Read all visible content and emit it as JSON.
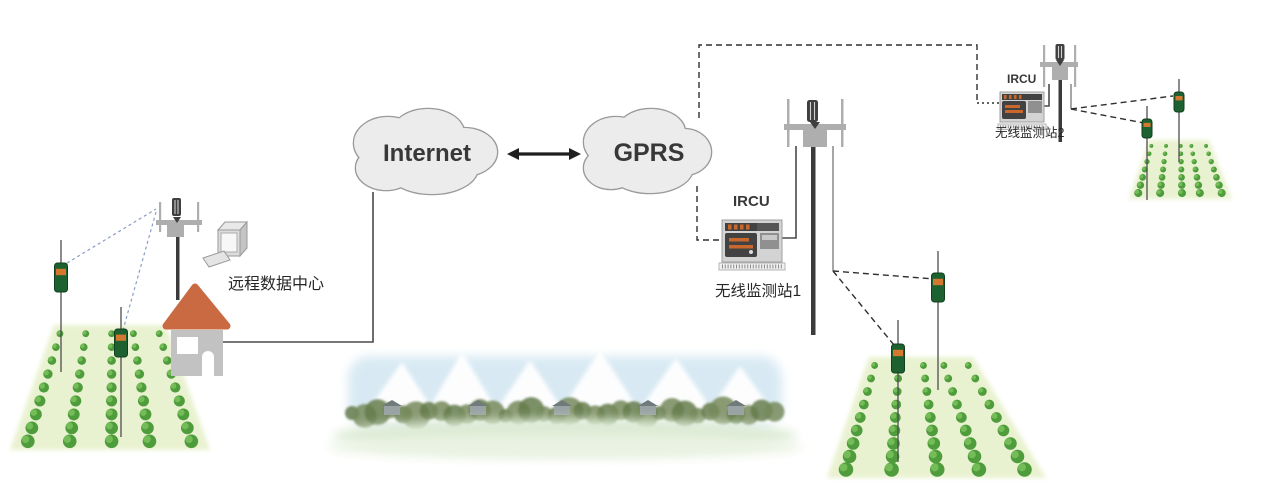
{
  "diagram": {
    "internet_cloud": "Internet",
    "gprs_cloud": "GPRS",
    "data_center_label": "远程数据中心",
    "station1": {
      "device": "IRCU",
      "label": "无线监测站1"
    },
    "station2": {
      "device": "IRCU",
      "label": "无线监测站2"
    }
  },
  "icons": {
    "internet-cloud-icon": "cloud shape",
    "gprs-cloud-icon": "cloud shape",
    "bidirectional-arrow-icon": "double-headed horizontal arrow",
    "antenna-tower-icon": "mast with crossbar and striped antenna",
    "house-icon": "gray house with orange roof",
    "computer-icon": "desktop monitor with keyboard",
    "ircu-device-icon": "gray telemetry controller box with orange ports",
    "field-sensor-icon": "green sensor with orange band on pole",
    "crop-field-icon": "trapezoid field with crop rows",
    "village-landscape-icon": "soft sky, mountains, trees and cottages"
  },
  "colors": {
    "cloud_fill": "#ececec",
    "cloud_stroke": "#9a9a9a",
    "text": "#262626",
    "roof": "#c96a43",
    "house_body": "#c2c2c2",
    "field": "#e9f2d0",
    "crop_dark": "#4e9c3c",
    "crop_light": "#74bc57",
    "sensor_body": "#1e6130",
    "sensor_band": "#d4772f",
    "device_accent": "#c8682c",
    "mast": "#3b3b3b",
    "tower": "#aeaeae",
    "line": "#4a4a4a",
    "dash_dark": "#2f2f2f",
    "dash_blue": "#8a9cc4"
  }
}
